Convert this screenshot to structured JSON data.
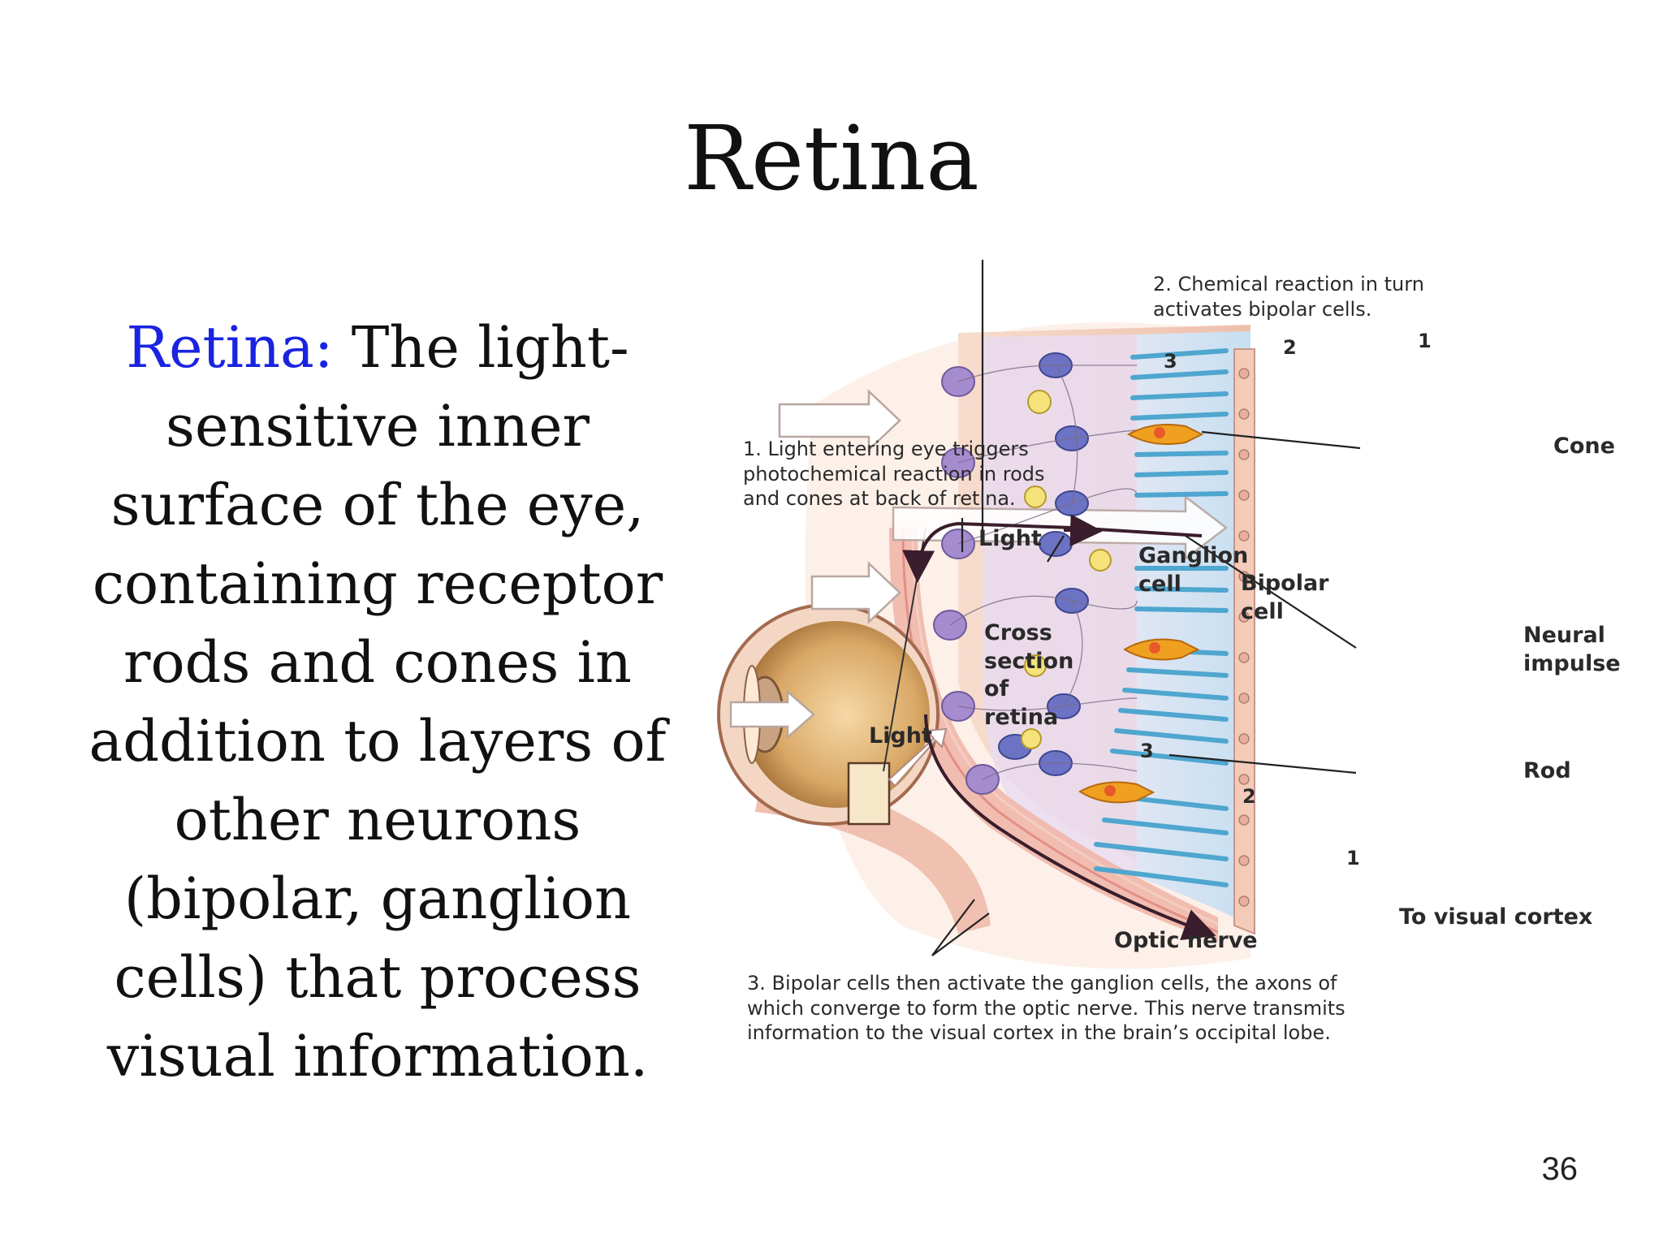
{
  "slide": {
    "title": "Retina",
    "term": "Retina:",
    "definition": "The light-sensitive inner surface of the eye, containing receptor rods and cones in addition to layers of other neurons (bipolar, ganglion cells) that process visual information.",
    "page_number": "36"
  },
  "figure": {
    "captions": {
      "step1": "1. Light entering eye triggers photochemical reaction in rods and cones at back of retina.",
      "step2": "2. Chemical reaction in turn activates bipolar cells.",
      "step3": "3. Bipolar cells then activate the ganglion cells, the axons of which converge to form the optic nerve. This nerve transmits information to the visual cortex in the brain’s occipital lobe."
    },
    "labels": {
      "light_top": "Light",
      "light_eye": "Light",
      "cross_section": "Cross section of retina",
      "ganglion_cell": "Ganglion cell",
      "bipolar_cell": "Bipolar cell",
      "cone": "Cone",
      "neural_impulse": "Neural impulse",
      "rod": "Rod",
      "to_visual_cortex": "To visual cortex",
      "optic_nerve": "Optic nerve"
    },
    "layer_numbers": {
      "top_3": "3",
      "top_2": "2",
      "top_1": "1",
      "bottom_3": "3",
      "bottom_2": "2",
      "bottom_1": "1"
    },
    "colors": {
      "tissue": "#f2c9b4",
      "cone": "#f0a020",
      "rod": "#5fb6d8",
      "bipolar": "#6f74c8",
      "ganglion": "#a98bd0",
      "nerve_fiber": "#e9a9a0"
    }
  }
}
